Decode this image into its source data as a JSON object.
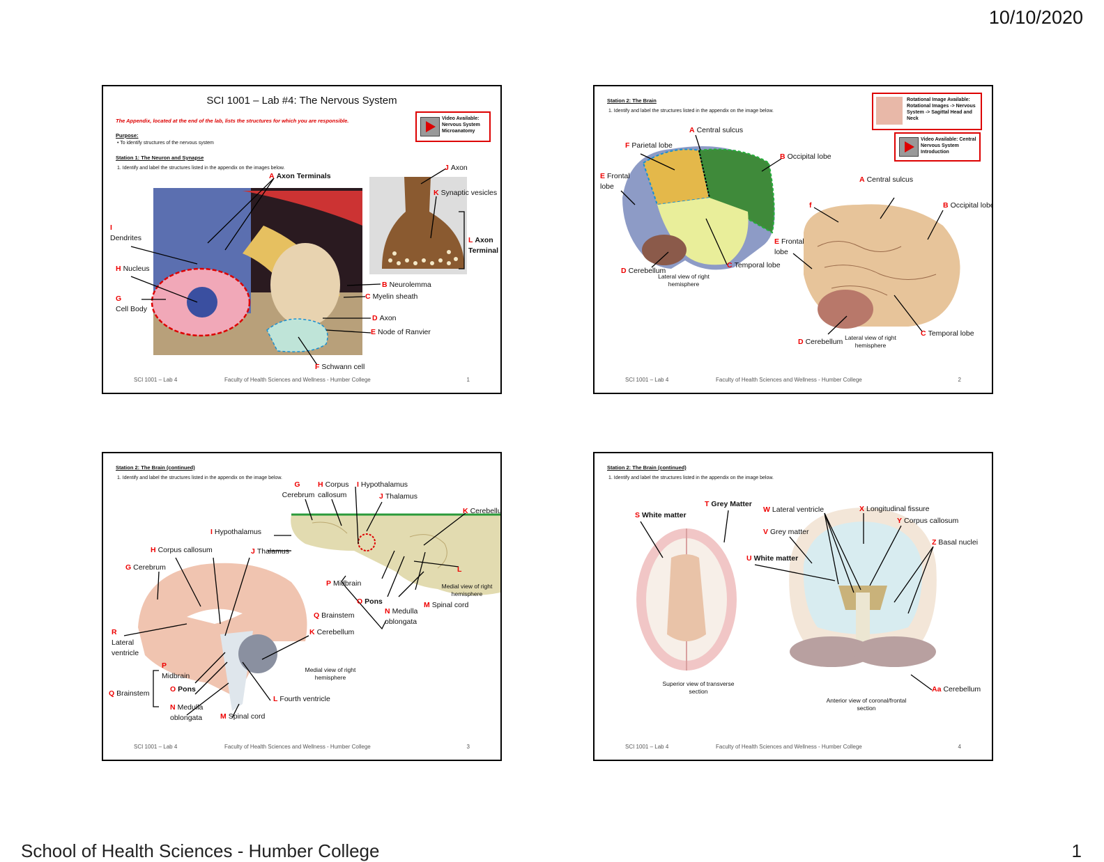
{
  "page": {
    "date": "10/10/2020",
    "footer_left": "School of Health Sciences - Humber College",
    "footer_right": "1"
  },
  "footer": {
    "course": "SCI 1001 – Lab 4",
    "faculty": "Faculty of Health Sciences and Wellness - Humber College"
  },
  "slide1": {
    "title": "SCI 1001 – Lab #4:  The Nervous System",
    "appendix_note": "The Appendix, located at the end of the lab, lists the structures for which you are responsible.",
    "purpose_heading": "Purpose:",
    "purpose_item": "•  To identify structures of the nervous system",
    "station_heading": "Station 1: The Neuron and Synapse",
    "instruction": "1.   Identify and label the structures listed in the appendix on the images below.",
    "video_label": "Video Available: Nervous System Microanatomy",
    "labels": [
      {
        "key": "A",
        "text": "Axon Terminals"
      },
      {
        "key": "J",
        "text": "Axon"
      },
      {
        "key": "K",
        "text": "Synaptic vesicles"
      },
      {
        "key": "L",
        "text": "Axon Terminal"
      },
      {
        "key": "I",
        "text": "Dendrites"
      },
      {
        "key": "H",
        "text": "Nucleus"
      },
      {
        "key": "G",
        "text": "Cell Body"
      },
      {
        "key": "B",
        "text": "Neurolemma"
      },
      {
        "key": "C",
        "text": "Myelin sheath"
      },
      {
        "key": "D",
        "text": "Axon"
      },
      {
        "key": "E",
        "text": "Node of Ranvier"
      },
      {
        "key": "F",
        "text": "Schwann cell"
      }
    ],
    "page_num": "1"
  },
  "slide2": {
    "heading": "Station 2: The Brain",
    "instruction": "1.   Identify and label the structures listed in the appendix on the image below.",
    "rotational_label": "Rotational Image Available: Rotational Images -> Nervous System -> Sagittal Head and Neck",
    "video_label": "Video Available: Central Nervous System Introduction",
    "labels_left": [
      {
        "key": "A",
        "text": "Central sulcus"
      },
      {
        "key": "F",
        "text": "Parietal lobe"
      },
      {
        "key": "B",
        "text": "Occipital lobe"
      },
      {
        "key": "E",
        "text": "Frontal lobe"
      },
      {
        "key": "D",
        "text": "Cerebellum"
      },
      {
        "key": "C",
        "text": "Temporal lobe"
      }
    ],
    "labels_right": [
      {
        "key": "A",
        "text": "Central sulcus"
      },
      {
        "key": "f",
        "text": ""
      },
      {
        "key": "B",
        "text": "Occipital lobe"
      },
      {
        "key": "E",
        "text": "Frontal lobe"
      },
      {
        "key": "D",
        "text": "Cerebellum"
      },
      {
        "key": "C",
        "text": "Temporal lobe"
      }
    ],
    "caption_left": "Lateral view of right hemisphere",
    "caption_right": "Lateral view of right hemisphere",
    "page_num": "2"
  },
  "slide3": {
    "heading": "Station 2: The Brain (continued)",
    "instruction": "1.   Identify and label the structures listed in the appendix on the image below.",
    "labels_top": [
      {
        "key": "G",
        "text": "Cerebrum"
      },
      {
        "key": "H",
        "text": "Corpus callosum"
      },
      {
        "key": "I",
        "text": "Hypothalamus"
      },
      {
        "key": "J",
        "text": "Thalamus"
      },
      {
        "key": "K",
        "text": "Cerebellum"
      },
      {
        "key": "I",
        "text": "Hypothalamus"
      },
      {
        "key": "J",
        "text": "Thalamus"
      },
      {
        "key": "L",
        "text": ""
      },
      {
        "key": "P",
        "text": "Midbrain"
      },
      {
        "key": "O",
        "text": "Pons"
      },
      {
        "key": "N",
        "text": "Medulla oblongata"
      },
      {
        "key": "M",
        "text": "Spinal cord"
      },
      {
        "key": "Q",
        "text": "Brainstem"
      }
    ],
    "labels_bottom": [
      {
        "key": "H",
        "text": "Corpus callosum"
      },
      {
        "key": "G",
        "text": "Cerebrum"
      },
      {
        "key": "R",
        "text": "Lateral ventricle"
      },
      {
        "key": "K",
        "text": "Cerebellum"
      },
      {
        "key": "P",
        "text": "Midbrain"
      },
      {
        "key": "O",
        "text": "Pons"
      },
      {
        "key": "Q",
        "text": "Brainstem"
      },
      {
        "key": "N",
        "text": "Medulla oblongata"
      },
      {
        "key": "M",
        "text": "Spinal cord"
      },
      {
        "key": "L",
        "text": "Fourth ventricle"
      }
    ],
    "caption_top": "Medial view of right hemisphere",
    "caption_bottom": "Medial view of right hemisphere",
    "page_num": "3"
  },
  "slide4": {
    "heading": "Station 2: The Brain (continued)",
    "instruction": "1.   Identify and label the structures listed in the appendix on the image below.",
    "labels": [
      {
        "key": "T",
        "text": "Grey Matter"
      },
      {
        "key": "S",
        "text": "White matter"
      },
      {
        "key": "W",
        "text": "Lateral ventricle"
      },
      {
        "key": "X",
        "text": "Longitudinal fissure"
      },
      {
        "key": "Y",
        "text": "Corpus callosum"
      },
      {
        "key": "V",
        "text": "Grey  matter"
      },
      {
        "key": "Z",
        "text": "Basal nuclei"
      },
      {
        "key": "U",
        "text": "White matter"
      },
      {
        "key": "Aa",
        "text": "Cerebellum"
      }
    ],
    "caption_left": "Superior view of transverse section",
    "caption_right": "Anterior view of coronal/frontal section",
    "page_num": "4"
  }
}
